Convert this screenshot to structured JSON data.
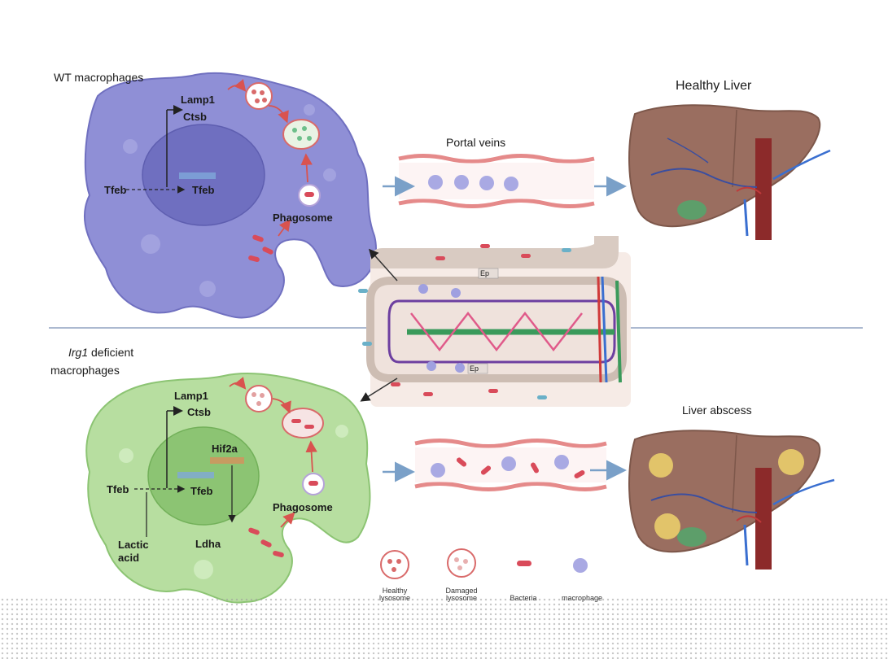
{
  "top": {
    "panel_title": "WT macrophages",
    "cell_labels": {
      "lamp1": "Lamp1",
      "ctsb": "Ctsb",
      "tfeb": "Tfeb",
      "tfeb_nuclear": "Tfeb",
      "phagosome": "Phagosome"
    },
    "vessel_label": "Portal veins",
    "liver_label": "Healthy Liver"
  },
  "bottom": {
    "panel_title_gene": "Irg1",
    "panel_title_rest": "deficient",
    "panel_title_line2": "macrophages",
    "cell_labels": {
      "lamp1": "Lamp1",
      "ctsb": "Ctsb",
      "hif2a": "Hif2a",
      "tfeb": "Tfeb",
      "tfeb_nuclear": "Tfeb",
      "phagosome": "Phagosome",
      "lactic_acid": "Lactic acid",
      "ldha": "Ldha"
    },
    "liver_label": "Liver abscess"
  },
  "intestine": {
    "top_label": "Ep",
    "bottom_label": "Ep"
  },
  "legend": [
    {
      "icon": "healthy-lysosome-icon",
      "label": "Healthy lysosome"
    },
    {
      "icon": "damaged-lysosome-icon",
      "label": "Damaged lysosome"
    },
    {
      "icon": "bacteria-icon",
      "label": "Bacteria"
    },
    {
      "icon": "macrophage-icon",
      "label": "macrophage"
    }
  ],
  "colors": {
    "wt_cell": "#8f8fd6",
    "deficient_cell": "#b7dea0",
    "liver": "#9a6e60",
    "vein": "#f0b5b5",
    "bacteria": "#d94b5a",
    "arrow": "#7aa0c8",
    "divider": "#7a8fb5"
  }
}
